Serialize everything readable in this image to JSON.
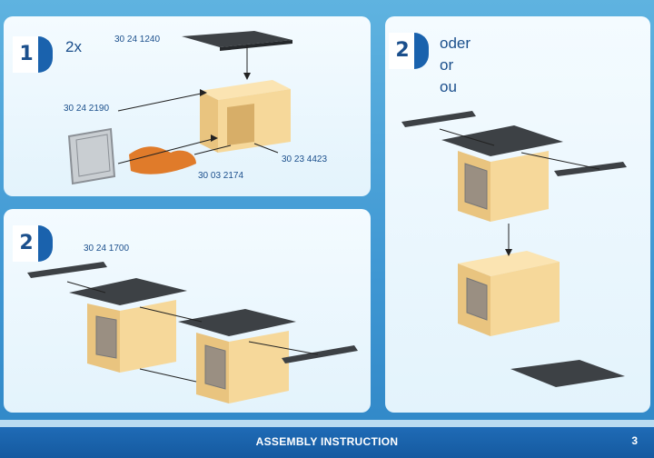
{
  "steps": [
    {
      "number": "1",
      "count": "2x",
      "parts": {
        "roof": "30 24 1240",
        "grille": "30 24 2190",
        "cushion": "30 03 2174",
        "box": "30 23 4423"
      }
    },
    {
      "number": "2",
      "parts": {
        "rail": "30 24 1700"
      }
    },
    {
      "number": "2",
      "alternatives": [
        "oder",
        "or",
        "ou"
      ]
    }
  ],
  "footer": {
    "title": "ASSEMBLY INSTRUCTION",
    "page": "3"
  },
  "colors": {
    "box": "#f6d89a",
    "roof": "#3d4145",
    "cushion": "#e07b2a",
    "accent": "#1a62ad",
    "text": "#1b4f8c"
  }
}
